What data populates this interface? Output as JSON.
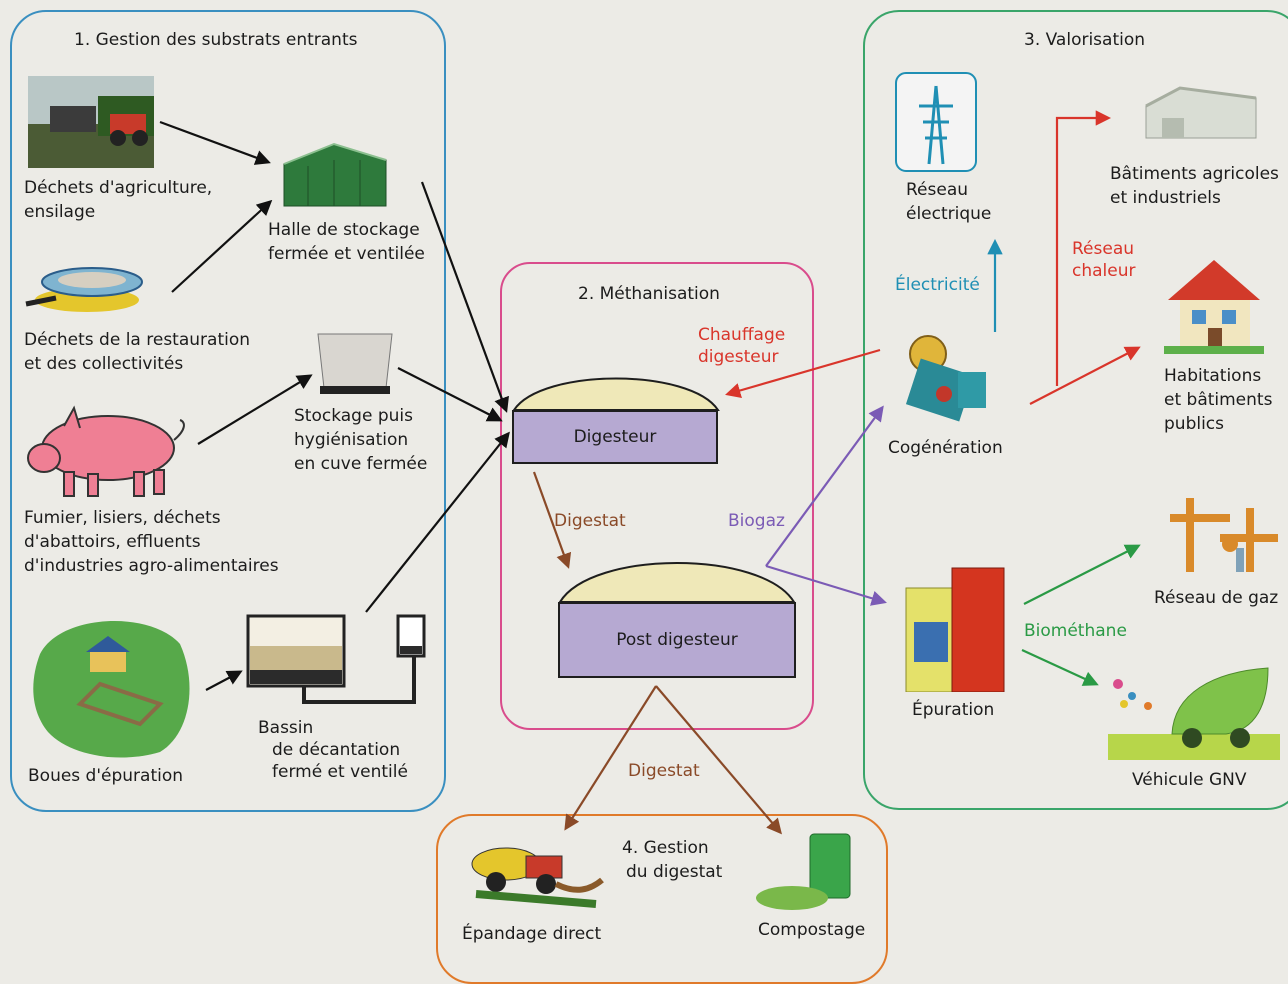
{
  "sections": {
    "s1_title": "1. Gestion des substrats entrants",
    "s2_title": "2. Méthanisation",
    "s3_title": "3. Valorisation",
    "s4_title_1": "4. Gestion",
    "s4_title_2": "du digestat"
  },
  "inputs": {
    "agri_1": "Déchets d'agriculture,",
    "agri_2": "ensilage",
    "resto_1": "Déchets de la restauration",
    "resto_2": "et des collectivités",
    "fumier_1": "Fumier, lisiers, déchets",
    "fumier_2": "d'abattoirs, effluents",
    "fumier_3": "d'industries agro-alimentaires",
    "boues": "Boues d'épuration"
  },
  "storage": {
    "halle_1": "Halle de stockage",
    "halle_2": "fermée et ventilée",
    "stock_1": "Stockage puis",
    "stock_2": "hygiénisation",
    "stock_3": "en cuve fermée",
    "bassin_1": "Bassin",
    "bassin_2": "de décantation",
    "bassin_3": "fermé et ventilé"
  },
  "methanisation": {
    "digesteur": "Digesteur",
    "post_digesteur": "Post digesteur",
    "chauffage_1": "Chauffage",
    "chauffage_2": "digesteur",
    "digestat": "Digestat",
    "biogaz": "Biogaz"
  },
  "valorisation": {
    "reseau_elec_1": "Réseau",
    "reseau_elec_2": "électrique",
    "electricite": "Électricité",
    "cogeneration": "Cogénération",
    "reseau_chaleur_1": "Réseau",
    "reseau_chaleur_2": "chaleur",
    "batiments_1": "Bâtiments agricoles",
    "batiments_2": "et industriels",
    "habitations_1": "Habitations",
    "habitations_2": "et bâtiments",
    "habitations_3": "publics",
    "epuration": "Épuration",
    "biomethane": "Biométhane",
    "reseau_gaz": "Réseau de gaz",
    "vehicule": "Véhicule GNV"
  },
  "digestat_mgmt": {
    "digestat": "Digestat",
    "epandage": "Épandage direct",
    "compostage": "Compostage"
  },
  "colors": {
    "section1": "#3a8fc0",
    "section2": "#d94c8c",
    "section3": "#3aa56a",
    "section4": "#e07a2a",
    "heat_red": "#d9352b",
    "electric_blue": "#1f8fb4",
    "biogas_purple": "#7b5bb5",
    "digestat_brown": "#8a4a28",
    "biomethane_green": "#2a9a45",
    "tank_fill": "#b6a9d2",
    "dome_fill": "#efe8b8"
  }
}
